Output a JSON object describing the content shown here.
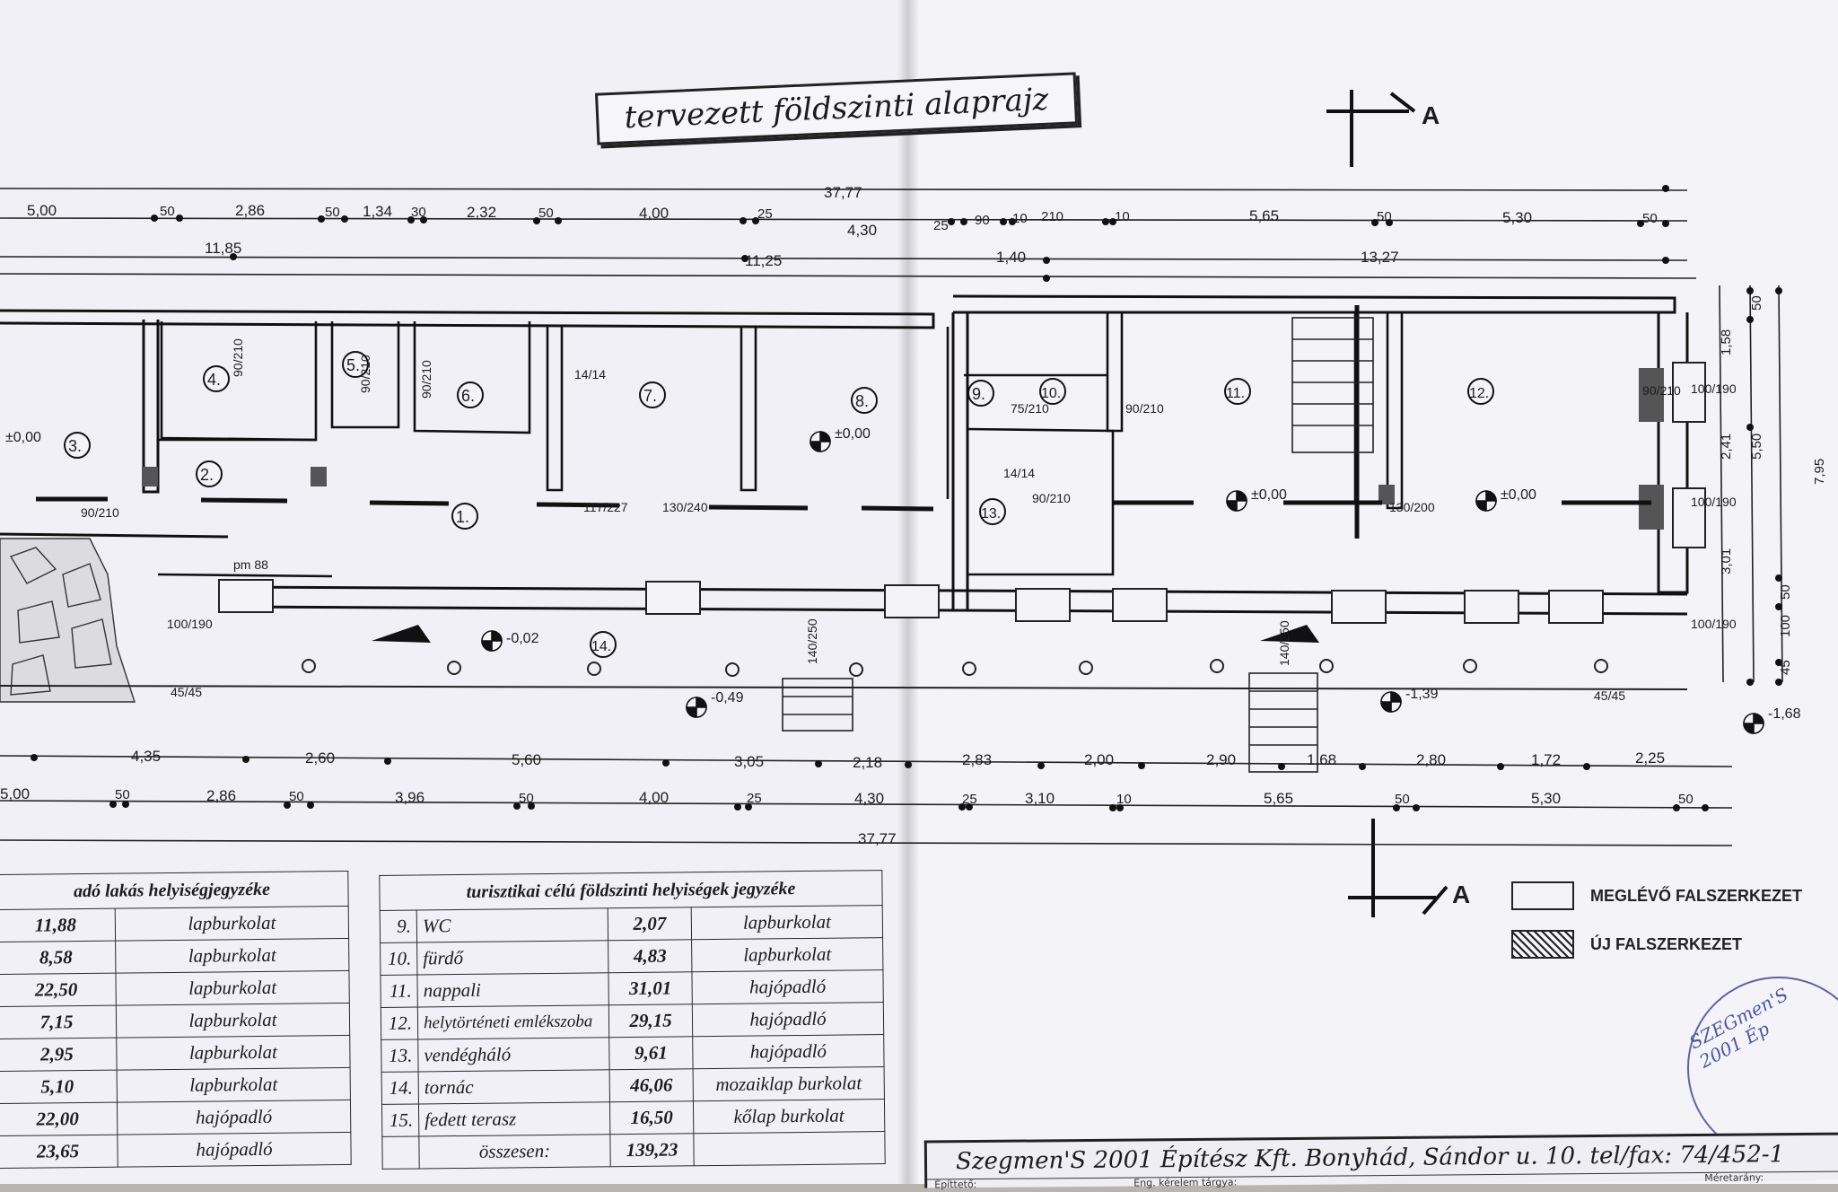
{
  "title": "tervezett földszinti alaprajz",
  "section_marker": "A",
  "dimensions_top": {
    "total": "37,77",
    "row1": [
      "5,00",
      "50",
      "2,86",
      "50",
      "1,34",
      "30",
      "2,32",
      "50",
      "4,00",
      "25",
      "4,30",
      "25",
      "90",
      "10",
      "210",
      "10",
      "5,65",
      "50",
      "5,30",
      "50"
    ],
    "sub_left": "11,85",
    "sub_mid": "11,25",
    "sub_140": "1,40",
    "sub_right": "13,27"
  },
  "dimensions_bottom": {
    "row1": [
      "4,35",
      "2,60",
      "5,60",
      "3,05",
      "2,18",
      "2,83",
      "2,00",
      "2,90",
      "1,68",
      "2,80",
      "1,72",
      "2,25"
    ],
    "row2": [
      "5,00",
      "50",
      "2,86",
      "50",
      "3,96",
      "50",
      "4,00",
      "25",
      "4,30",
      "25",
      "3,10",
      "10",
      "5,65",
      "50",
      "5,30",
      "50"
    ],
    "total": "37,77"
  },
  "dimensions_right": [
    "50",
    "1,58",
    "2,41",
    "3,01",
    "50",
    "100",
    "45",
    "5,50",
    "7,95"
  ],
  "rooms": [
    "1.",
    "2.",
    "3.",
    "4.",
    "5.",
    "6.",
    "7.",
    "8.",
    "9.",
    "10.",
    "11.",
    "12.",
    "13.",
    "14."
  ],
  "levels": [
    "±0,00",
    "±0,00",
    "±0,00",
    "±0,00",
    "-0,02",
    "-0,49",
    "-1,39",
    "-1,68"
  ],
  "door_marks": [
    "90/210",
    "90/210",
    "90/210",
    "90/210",
    "90/210",
    "75/210",
    "90/210",
    "90/210",
    "130/240",
    "117/227",
    "130/200",
    "100/190",
    "100/190",
    "100/190",
    "100/190",
    "140/250",
    "140/250",
    "14/14",
    "14/14",
    "45/45",
    "45/45",
    "pm 88"
  ],
  "left_table": {
    "heading": "adó lakás helyiségjegyzéke",
    "rows": [
      {
        "area": "11,88",
        "floor": "lapburkolat"
      },
      {
        "area": "8,58",
        "floor": "lapburkolat"
      },
      {
        "area": "22,50",
        "floor": "lapburkolat"
      },
      {
        "area": "7,15",
        "floor": "lapburkolat"
      },
      {
        "area": "2,95",
        "floor": "lapburkolat"
      },
      {
        "area": "5,10",
        "floor": "lapburkolat"
      },
      {
        "area": "22,00",
        "floor": "hajópadló"
      },
      {
        "area": "23,65",
        "floor": "hajópadló"
      }
    ]
  },
  "right_table": {
    "heading": "turisztikai célú földszinti helyiségek jegyzéke",
    "rows": [
      {
        "no": "9.",
        "name": "WC",
        "area": "2,07",
        "floor": "lapburkolat"
      },
      {
        "no": "10.",
        "name": "fürdő",
        "area": "4,83",
        "floor": "lapburkolat"
      },
      {
        "no": "11.",
        "name": "nappali",
        "area": "31,01",
        "floor": "hajópadló"
      },
      {
        "no": "12.",
        "name": "helytörténeti emlékszoba",
        "area": "29,15",
        "floor": "hajópadló"
      },
      {
        "no": "13.",
        "name": "vendégháló",
        "area": "9,61",
        "floor": "hajópadló"
      },
      {
        "no": "14.",
        "name": "tornác",
        "area": "46,06",
        "floor": "mozaiklap burkolat"
      },
      {
        "no": "15.",
        "name": "fedett terasz",
        "area": "16,50",
        "floor": "kőlap burkolat"
      }
    ],
    "total_label": "összesen:",
    "total_value": "139,23"
  },
  "legend": {
    "existing": "MEGLÉVŐ FALSZERKEZET",
    "new": "ÚJ FALSZERKEZET"
  },
  "title_block": {
    "firm": "Szegmen'S 2001 Építész Kft.  Bonyhád, Sándor u. 10.  tel/fax: 74/452-1",
    "field1": "Építtető:",
    "field2": "Eng. kérelem tárgya:",
    "field3": "Méretarány:"
  },
  "stamp_text": "SZEGmen'S 2001 Ép"
}
